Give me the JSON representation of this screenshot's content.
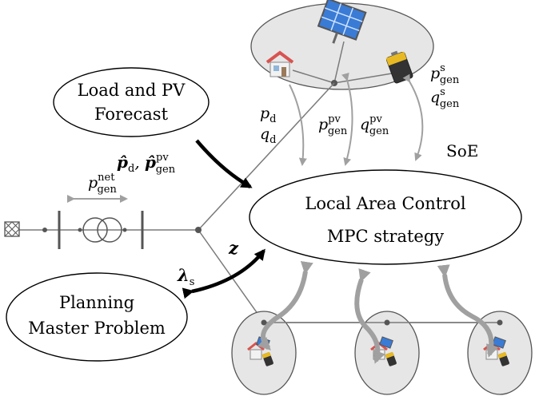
{
  "nodes": {
    "forecast": {
      "line1": "Load and PV",
      "line2": "Forecast"
    },
    "local_control": {
      "line1": "Local Area Control",
      "line2": "MPC strategy"
    },
    "planning": {
      "line1": "Planning",
      "line2": "Master Problem"
    }
  },
  "labels": {
    "pd": "p",
    "pd_sub": "d",
    "qd": "q",
    "qd_sub": "d",
    "ppv": "p",
    "ppv_sub": "gen",
    "ppv_sup": "pv",
    "qpv": "q",
    "qpv_sub": "gen",
    "qpv_sup": "pv",
    "ps": "p",
    "ps_sub": "gen",
    "ps_sup": "s",
    "qs": "q",
    "qs_sub": "gen",
    "qs_sup": "s",
    "soe": "SoE",
    "forecast_vec_a": "p̂",
    "forecast_vec_a_sub": "d",
    "forecast_sep": ", ",
    "forecast_vec_b": "p̂",
    "forecast_vec_b_sub": "gen",
    "forecast_vec_b_sup": "pv",
    "pnet": "p",
    "pnet_sub": "gen",
    "pnet_sup": "net",
    "z": "z",
    "lambda": "λ",
    "lambda_sub": "s"
  },
  "colors": {
    "line": "#7a7a7a",
    "arrow_gray": "#a0a0a0",
    "cluster_fill": "#e6e6e6",
    "black": "#000000"
  }
}
